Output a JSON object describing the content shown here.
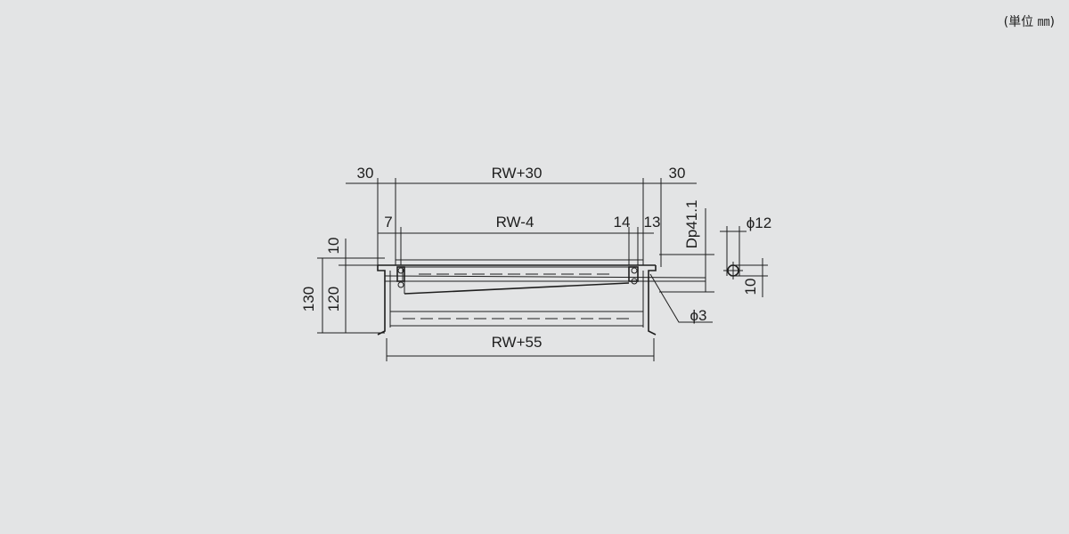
{
  "unit_note": "(単位 ㎜)",
  "dimensions": {
    "top_left_30": "30",
    "rw_plus_30": "RW+30",
    "top_right_30": "30",
    "seven": "7",
    "rw_minus_4": "RW-4",
    "fourteen": "14",
    "thirteen": "13",
    "dp": "Dp41.1",
    "phi12": "ϕ12",
    "ten_left": "10",
    "one_thirty": "130",
    "one_twenty": "120",
    "ten_right": "10",
    "phi3": "ϕ3",
    "rw_plus_55": "RW+55"
  },
  "colors": {
    "background": "#e3e4e5",
    "line": "#1e1e1e"
  }
}
